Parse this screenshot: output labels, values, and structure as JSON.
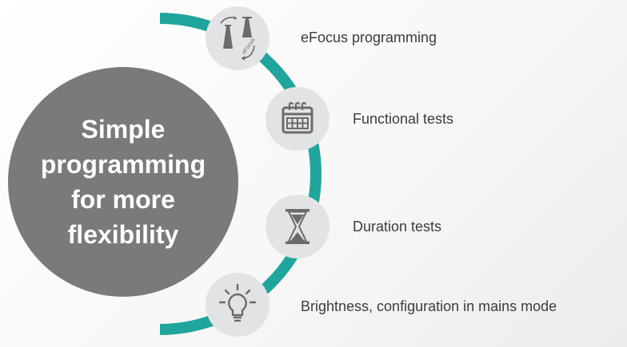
{
  "main": {
    "title": "Simple\nprogramming\nfor more\nflexibility"
  },
  "items": [
    {
      "label": "eFocus programming",
      "icon": "efocus-icon",
      "icon_text": "eFocus"
    },
    {
      "label": "Functional tests",
      "icon": "calendar-icon"
    },
    {
      "label": "Duration tests",
      "icon": "hourglass-icon"
    },
    {
      "label": "Brightness, configuration in mains mode",
      "icon": "lightbulb-icon"
    }
  ],
  "colors": {
    "arc": "#1fa59c",
    "main_circle": "#7a7a7a",
    "icon_circle": "#e2e3e4",
    "icon": "#6b6b6b",
    "text": "#3c3c3c"
  }
}
